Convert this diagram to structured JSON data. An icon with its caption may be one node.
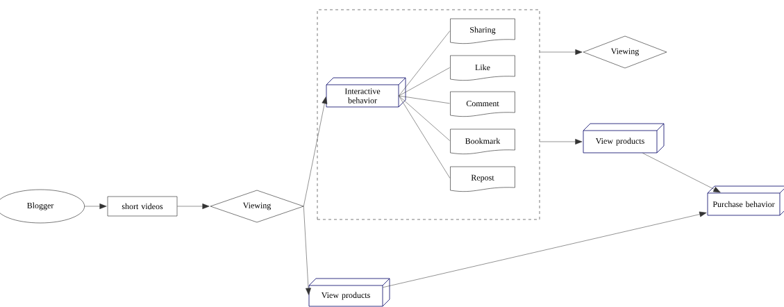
{
  "diagram": {
    "nodes": [
      {
        "text": [
          "Blogger"
        ]
      },
      {
        "text": [
          "short videos"
        ]
      },
      {
        "text": [
          "Viewing"
        ]
      },
      {
        "text": [],
        "shape": "box"
      },
      {
        "text": [
          "Interactive behavior"
        ],
        "in": 3
      },
      {
        "text": [
          "Sharing"
        ],
        "in": 3
      },
      {
        "text": [
          "Like"
        ],
        "in": 3
      },
      {
        "text": [
          "Comment"
        ],
        "in": 3
      },
      {
        "text": [
          "Bookmark"
        ],
        "in": 3
      },
      {
        "text": [
          "Repost"
        ],
        "in": 3
      },
      {
        "text": [
          "Viewing"
        ]
      },
      {
        "text": [
          "View products"
        ]
      },
      {
        "text": [
          "Purchase behavior"
        ]
      },
      {
        "text": [
          "View products"
        ]
      }
    ],
    "edges": [
      {
        "from": 0,
        "to": 1,
        "arrow": "to"
      },
      {
        "from": 1,
        "to": 2,
        "arrow": "to"
      },
      {
        "from": 2,
        "to": 4,
        "arrow": "to"
      },
      {
        "from": 2,
        "to": 13,
        "arrow": "to"
      },
      {
        "from": 4,
        "to": 5,
        "arrow": "none"
      },
      {
        "from": 4,
        "to": 6,
        "arrow": "none"
      },
      {
        "from": 4,
        "to": 7,
        "arrow": "none"
      },
      {
        "from": 4,
        "to": 8,
        "arrow": "none"
      },
      {
        "from": 4,
        "to": 9,
        "arrow": "none"
      },
      {
        "from": 3,
        "to": 10,
        "arrow": "to"
      },
      {
        "from": 3,
        "to": 11,
        "arrow": "to"
      },
      {
        "from": 11,
        "to": 12,
        "arrow": "to"
      },
      {
        "from": 13,
        "to": 12,
        "arrow": "to"
      }
    ]
  }
}
